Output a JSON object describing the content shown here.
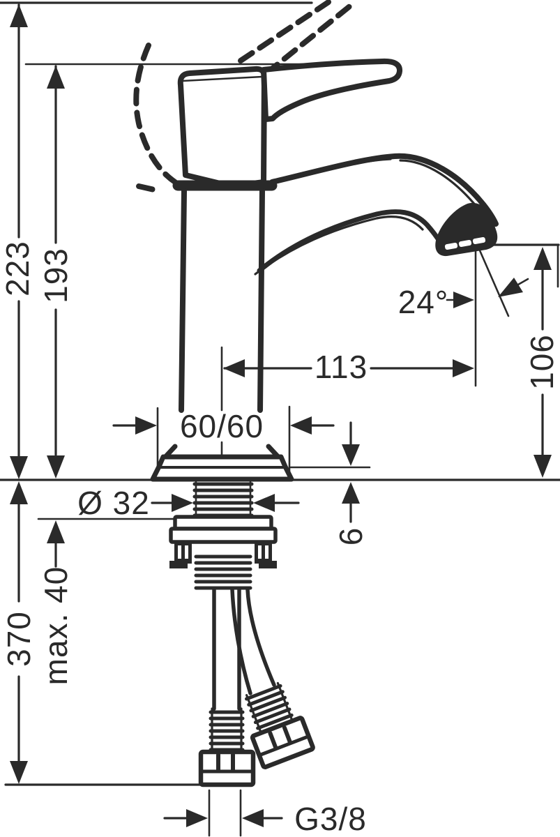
{
  "diagram": {
    "title": "single-hole-basin-mixer-dimension-drawing",
    "dimensions": {
      "total_height": "223",
      "height_to_handle": "193",
      "spout_angle": "24°",
      "spout_reach": "113",
      "outlet_height": "106",
      "base_footprint": "60/60",
      "shank_diameter": "Ø 32",
      "escutcheon_height": "6",
      "hose_length": "370",
      "max_counter_thickness": "max. 40",
      "connection_thread": "G3/8"
    },
    "colors": {
      "ink": "#2a2a2a",
      "background": "#ffffff"
    }
  }
}
